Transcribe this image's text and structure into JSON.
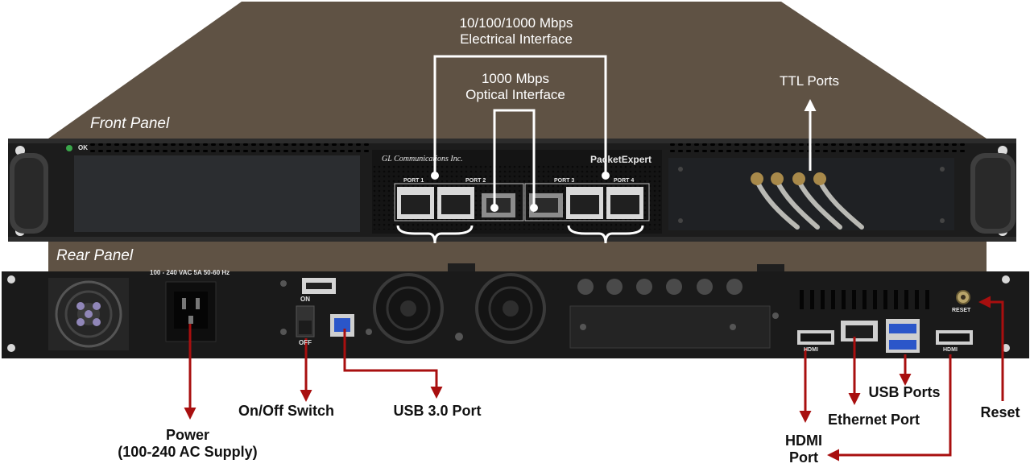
{
  "panels": {
    "front": "Front Panel",
    "rear": "Rear Panel"
  },
  "top_labels": {
    "electrical_line1": "10/100/1000 Mbps",
    "electrical_line2": "Electrical Interface",
    "optical_line1": "1000 Mbps",
    "optical_line2": "Optical Interface",
    "ttl": "TTL Ports"
  },
  "front_panel_text": {
    "ok": "OK",
    "vendor": "GL Communications Inc.",
    "product": "PacketExpert",
    "port1": "PORT 1",
    "port2": "PORT 2",
    "port3": "PORT 3",
    "port4": "PORT 4"
  },
  "rear_panel_text": {
    "power_rating": "100 - 240  VAC  5A  50-60 Hz",
    "on": "ON",
    "off": "OFF",
    "hdmi_left": "HDMI",
    "hdmi_right": "HDMI",
    "reset": "RESET"
  },
  "callouts": {
    "power_line1": "Power",
    "power_line2": "(100-240 AC Supply)",
    "onoff": "On/Off Switch",
    "usb3": "USB 3.0 Port",
    "hdmi_line1": "HDMI",
    "hdmi_line2": "Port",
    "ethernet": "Ethernet Port",
    "usb_ports": "USB Ports",
    "reset": "Reset"
  },
  "colors": {
    "backdrop": "#5f5244",
    "chassis": "#1a1a1a",
    "arrow": "#a80f0f",
    "leader": "#ffffff"
  }
}
